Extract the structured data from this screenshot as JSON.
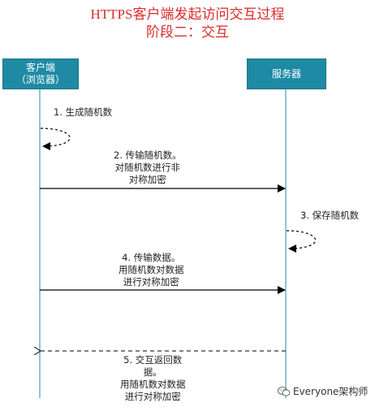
{
  "title": {
    "line1": "HTTPS客户端发起访问交互过程",
    "line2": "阶段二：交互"
  },
  "actors": {
    "client": {
      "line1": "客户端",
      "line2": "（浏览器）"
    },
    "server": {
      "label": "服务器"
    }
  },
  "messages": [
    {
      "id": "m1",
      "lines": [
        "1. 生成随机数"
      ]
    },
    {
      "id": "m2",
      "lines": [
        "2. 传输随机数。",
        "对随机数进行非",
        "对称加密"
      ]
    },
    {
      "id": "m3",
      "lines": [
        "3. 保存随机数"
      ]
    },
    {
      "id": "m4",
      "lines": [
        "4. 传输数据。",
        "用随机数对数据",
        "进行对称加密"
      ]
    },
    {
      "id": "m5",
      "lines": [
        "5. 交互返回数",
        "据。",
        "用随机数对数据",
        "进行对称加密"
      ]
    }
  ],
  "watermark": {
    "text": "Everyone架构师",
    "icon": "wechat-icon"
  },
  "colors": {
    "title": "#d82c2c",
    "actor": "#1f8aa4",
    "line": "#000000"
  }
}
